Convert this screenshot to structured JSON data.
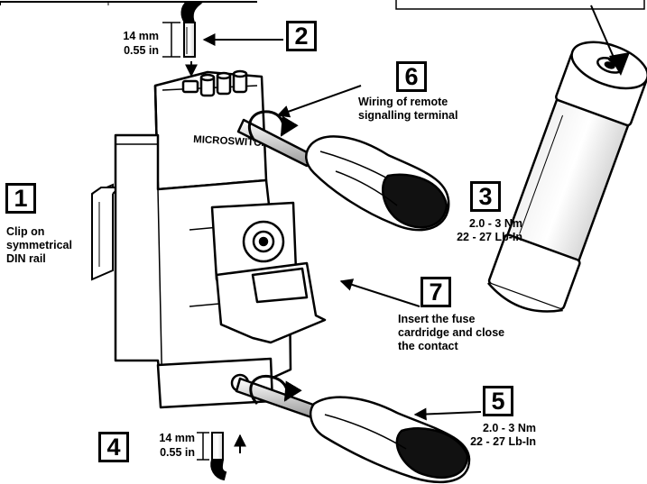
{
  "steps": {
    "s1": {
      "number": "1",
      "caption": "Clip on\nsymmetrical\nDIN rail"
    },
    "s2": {
      "number": "2"
    },
    "s3": {
      "number": "3",
      "caption": "2.0 - 3 Nm\n22 - 27 Lb-In"
    },
    "s4": {
      "number": "4"
    },
    "s5": {
      "number": "5",
      "caption": "2.0 - 3 Nm\n22 - 27 Lb-In"
    },
    "s6": {
      "number": "6",
      "caption": "Wiring of remote\nsignalling terminal"
    },
    "s7": {
      "number": "7",
      "caption": "Insert the fuse\ncardridge and close\nthe contact"
    }
  },
  "strip_length_top": "14 mm\n0.55 in",
  "strip_length_bottom": "14 mm\n0.55 in",
  "brand_label": "MICROSWITCH"
}
